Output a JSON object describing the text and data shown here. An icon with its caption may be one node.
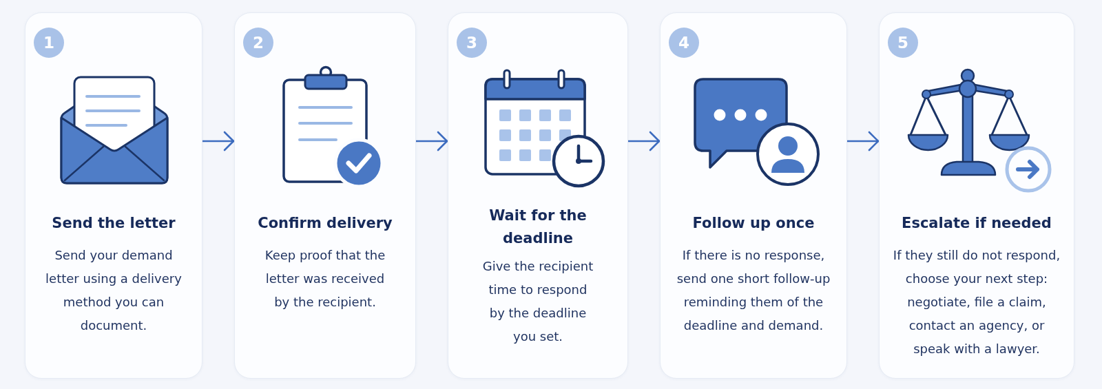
{
  "diagram": {
    "nodes": [
      {
        "text": [
          "Send the letter",
          "Send your demand letter using a delivery method you can document."
        ]
      },
      {
        "text": [
          "1"
        ],
        "in": 0
      },
      {
        "text": [
          "Confirm delivery",
          "Keep proof that the letter was received by the recipient."
        ]
      },
      {
        "text": [
          "2"
        ],
        "in": 2
      },
      {
        "text": [
          "Wait for the deadline",
          "Give the recipient time to respond by the deadline you set."
        ]
      },
      {
        "text": [
          "3"
        ],
        "in": 4
      },
      {
        "text": [
          "Follow up once",
          "If there is no response, send one short follow-up reminding them of the deadline and demand."
        ]
      },
      {
        "text": [
          "4"
        ],
        "in": 6
      },
      {
        "text": [
          "Escalate if needed",
          "If they still do not respond, choose your next step: negotiate, file a claim, contact an agency, or speak with a lawyer."
        ]
      },
      {
        "text": [
          "5"
        ],
        "in": 8
      }
    ],
    "edges": [
      {
        "from": 0,
        "to": 2,
        "arrow": "to"
      },
      {
        "from": 2,
        "to": 4,
        "arrow": "to"
      },
      {
        "from": 4,
        "to": 6,
        "arrow": "to"
      },
      {
        "from": 6,
        "to": 8,
        "arrow": "to"
      }
    ]
  }
}
